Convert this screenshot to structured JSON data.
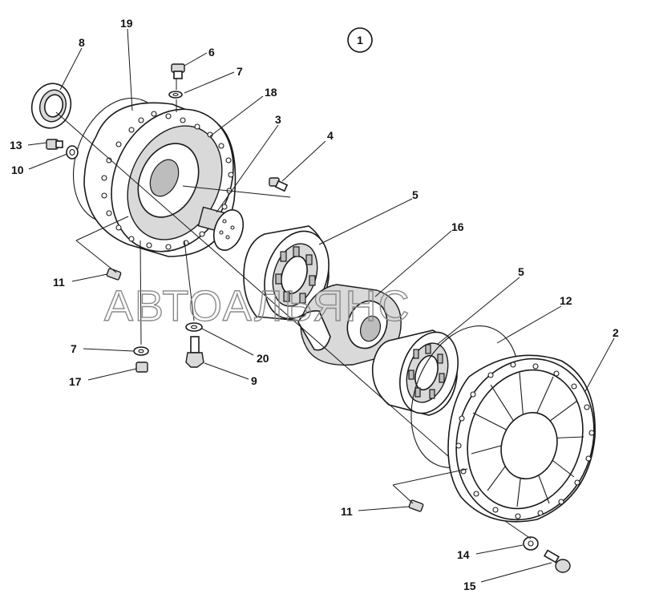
{
  "figure": {
    "view_number": "1",
    "watermark": "АВТОАЛЬЯНС"
  },
  "callouts": [
    {
      "id": "c19",
      "text": "19"
    },
    {
      "id": "c8",
      "text": "8"
    },
    {
      "id": "c6",
      "text": "6"
    },
    {
      "id": "c7a",
      "text": "7"
    },
    {
      "id": "c18",
      "text": "18"
    },
    {
      "id": "c3",
      "text": "3"
    },
    {
      "id": "c4",
      "text": "4"
    },
    {
      "id": "c13",
      "text": "13"
    },
    {
      "id": "c10",
      "text": "10"
    },
    {
      "id": "c5a",
      "text": "5"
    },
    {
      "id": "c16",
      "text": "16"
    },
    {
      "id": "c11a",
      "text": "11"
    },
    {
      "id": "c5b",
      "text": "5"
    },
    {
      "id": "c12",
      "text": "12"
    },
    {
      "id": "c2",
      "text": "2"
    },
    {
      "id": "c7b",
      "text": "7"
    },
    {
      "id": "c20",
      "text": "20"
    },
    {
      "id": "c17",
      "text": "17"
    },
    {
      "id": "c9",
      "text": "9"
    },
    {
      "id": "c11b",
      "text": "11"
    },
    {
      "id": "c14",
      "text": "14"
    },
    {
      "id": "c15",
      "text": "15"
    }
  ]
}
